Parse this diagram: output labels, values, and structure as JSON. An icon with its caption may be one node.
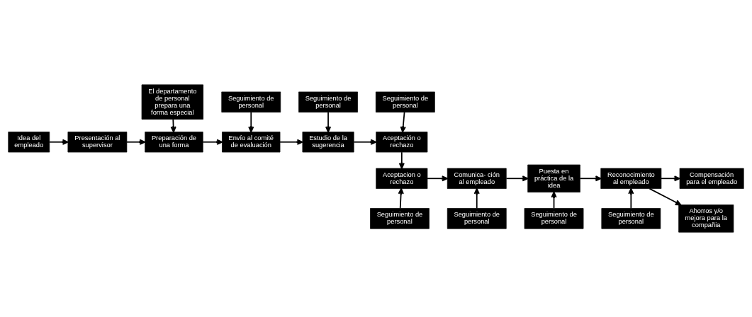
{
  "diagram": {
    "nodes": [
      {
        "text": [
          "Idea del empleado"
        ]
      },
      {
        "text": [
          "Presentación al supervisor"
        ]
      },
      {
        "text": [
          "Preparación de una forma"
        ]
      },
      {
        "text": [
          "Envío al comité de evaluación"
        ]
      },
      {
        "text": [
          "Estudio de la sugerencia"
        ]
      },
      {
        "text": [
          "Aceptación o rechazo"
        ]
      },
      {
        "text": [
          "El departamento de personal prepara una forma especial"
        ]
      },
      {
        "text": [
          "Seguimiento de personal"
        ]
      },
      {
        "text": [
          "Seguimiento de personal"
        ]
      },
      {
        "text": [
          "Seguimiento de personal"
        ]
      },
      {
        "text": [
          "Compensación para el empleado"
        ]
      },
      {
        "text": [
          "Reconocimiento al empleado"
        ]
      },
      {
        "text": [
          "Puesta en práctica de la idea"
        ]
      },
      {
        "text": [
          "Comunica- ción al empleado"
        ]
      },
      {
        "text": [
          "Aceptacion o rechazo"
        ]
      },
      {
        "text": [
          "Ahorros y/o mejora para la compañia"
        ]
      },
      {
        "text": [
          "Seguimiento de personal"
        ]
      },
      {
        "text": [
          "Seguimiento de personal"
        ]
      },
      {
        "text": [
          "Seguimiento de personal"
        ]
      },
      {
        "text": [
          "Seguimiento de personal"
        ]
      }
    ],
    "edges": [
      {
        "from": 0,
        "to": 1,
        "arrow": "to"
      },
      {
        "from": 1,
        "to": 2,
        "arrow": "to"
      },
      {
        "from": 2,
        "to": 3,
        "arrow": "to"
      },
      {
        "from": 3,
        "to": 4,
        "arrow": "to"
      },
      {
        "from": 4,
        "to": 5,
        "arrow": "to"
      },
      {
        "from": 6,
        "to": 2,
        "arrow": "to"
      },
      {
        "from": 7,
        "to": 3,
        "arrow": "to"
      },
      {
        "from": 8,
        "to": 4,
        "arrow": "to"
      },
      {
        "from": 9,
        "to": 5,
        "arrow": "to"
      },
      {
        "from": 5,
        "to": 14,
        "arrow": "to"
      },
      {
        "from": 14,
        "to": 13,
        "arrow": "to"
      },
      {
        "from": 13,
        "to": 12,
        "arrow": "to"
      },
      {
        "from": 12,
        "to": 11,
        "arrow": "to"
      },
      {
        "from": 11,
        "to": 10,
        "arrow": "to"
      },
      {
        "from": 11,
        "to": 15,
        "arrow": "to"
      },
      {
        "from": 16,
        "to": 11,
        "arrow": "to"
      },
      {
        "from": 17,
        "to": 12,
        "arrow": "to"
      },
      {
        "from": 18,
        "to": 13,
        "arrow": "to"
      },
      {
        "from": 19,
        "to": 14,
        "arrow": "to"
      }
    ]
  }
}
